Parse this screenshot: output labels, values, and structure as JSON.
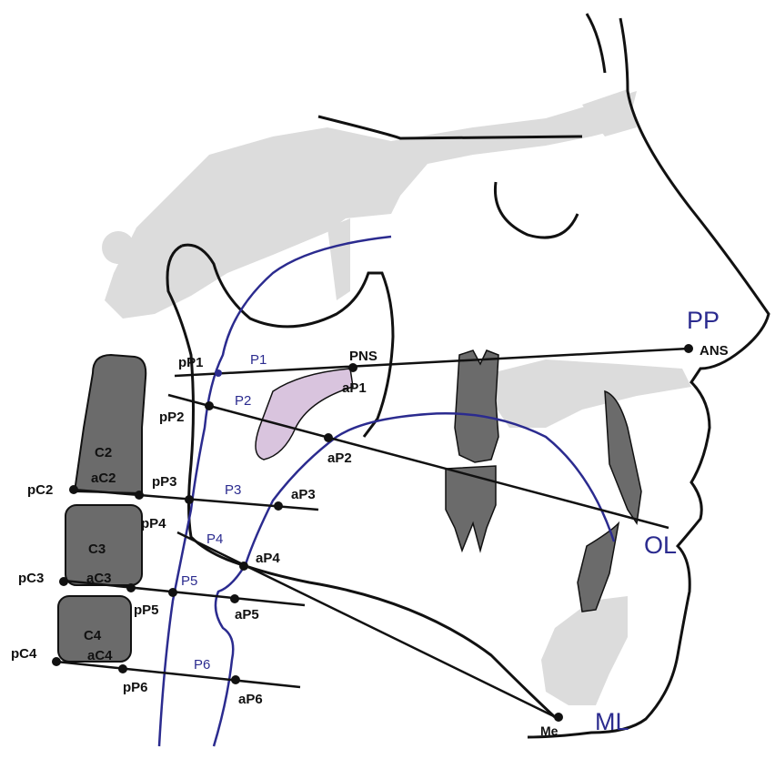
{
  "colors": {
    "line": "#111111",
    "airway": "#2b2b8f",
    "background_shadow": "#dcdcdc",
    "vertebra": "#6b6b6b",
    "tongue_region": "#d9c4de",
    "tooth": "#6b6b6b"
  },
  "reference_lines": {
    "PP": "PP",
    "OL": "OL",
    "ML": "ML"
  },
  "landmarks": {
    "ANS": "ANS",
    "PNS": "PNS",
    "Me": "Me",
    "pP1": "pP1",
    "aP1": "aP1",
    "pP2": "pP2",
    "aP2": "aP2",
    "pP3": "pP3",
    "aP3": "aP3",
    "pP4": "pP4",
    "aP4": "aP4",
    "pP5": "pP5",
    "aP5": "aP5",
    "pP6": "pP6",
    "aP6": "aP6",
    "pC2": "pC2",
    "aC2": "aC2",
    "pC3": "pC3",
    "aC3": "aC3",
    "pC4": "pC4",
    "aC4": "aC4"
  },
  "planes": {
    "P1": "P1",
    "P2": "P2",
    "P3": "P3",
    "P4": "P4",
    "P5": "P5",
    "P6": "P6"
  },
  "vertebrae": {
    "C2": "C2",
    "C3": "C3",
    "C4": "C4"
  }
}
